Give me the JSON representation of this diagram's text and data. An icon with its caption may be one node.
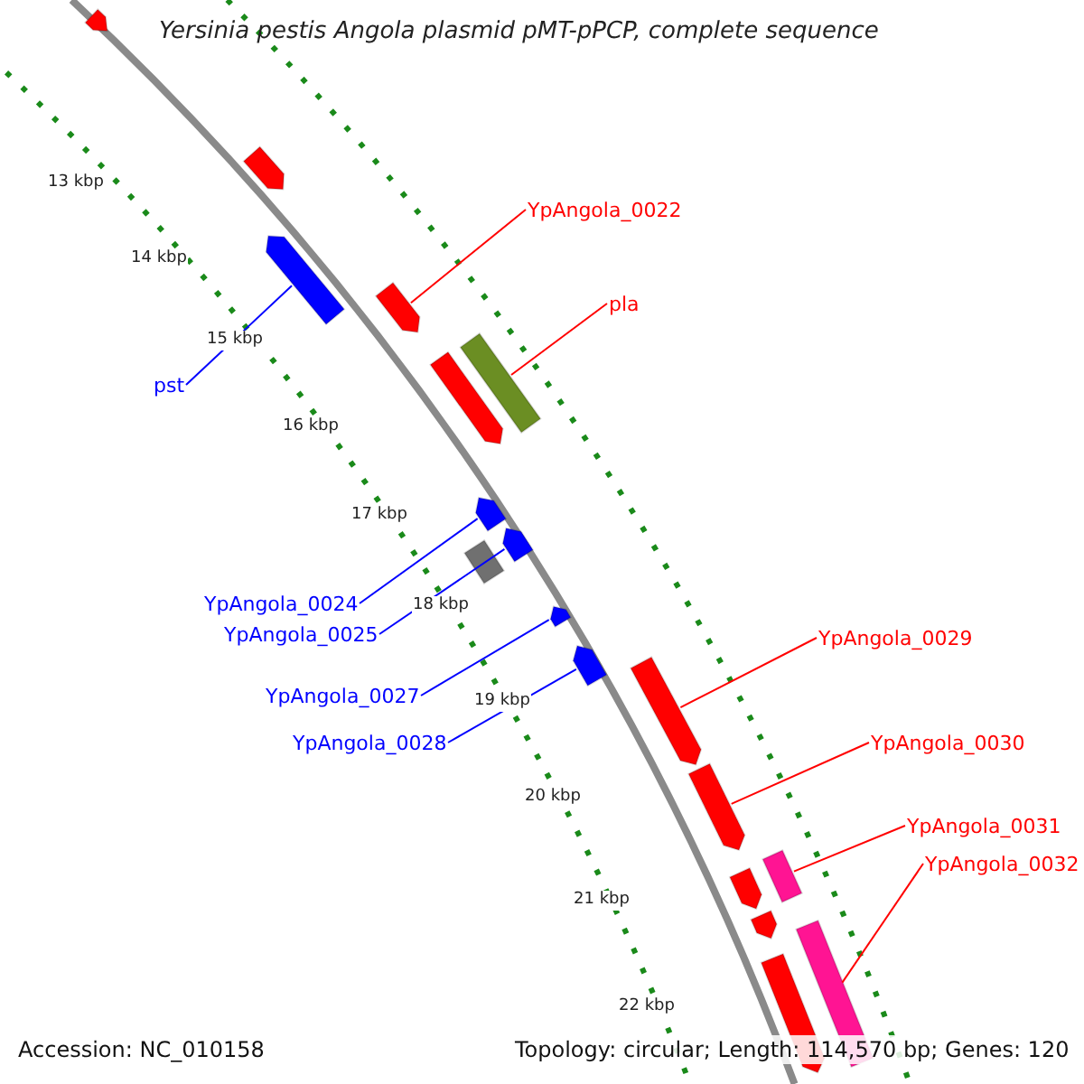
{
  "diagram": {
    "title": "Yersinia pestis Angola plasmid pMT-pPCP, complete sequence",
    "nodes": [
      {
        "text": [
          "YpAngola_0022"
        ]
      },
      {
        "text": [],
        "shape": "arrow"
      },
      {
        "text": [
          "pla"
        ]
      },
      {
        "text": [],
        "shape": "bar"
      },
      {
        "text": [
          "pst"
        ]
      },
      {
        "text": [],
        "shape": "arrow"
      },
      {
        "text": [
          "YpAngola_0024"
        ]
      },
      {
        "text": [],
        "shape": "arrow"
      },
      {
        "text": [
          "YpAngola_0025"
        ]
      },
      {
        "text": [],
        "shape": "arrow"
      },
      {
        "text": [
          "YpAngola_0027"
        ]
      },
      {
        "text": [],
        "shape": "arrow"
      },
      {
        "text": [
          "YpAngola_0028"
        ]
      },
      {
        "text": [],
        "shape": "arrow"
      },
      {
        "text": [
          "YpAngola_0029"
        ]
      },
      {
        "text": [],
        "shape": "arrow"
      },
      {
        "text": [
          "YpAngola_0030"
        ]
      },
      {
        "text": [],
        "shape": "arrow"
      },
      {
        "text": [
          "YpAngola_0031"
        ]
      },
      {
        "text": [],
        "shape": "bar"
      },
      {
        "text": [
          "YpAngola_0032"
        ]
      },
      {
        "text": [],
        "shape": "bar"
      }
    ],
    "edges": [
      {
        "from": 0,
        "to": 1,
        "arrow": "none"
      },
      {
        "from": 2,
        "to": 3,
        "arrow": "none"
      },
      {
        "from": 4,
        "to": 5,
        "arrow": "none",
        "color": "#0000ff"
      },
      {
        "from": 6,
        "to": 7,
        "arrow": "none",
        "color": "#0000ff"
      },
      {
        "from": 8,
        "to": 9,
        "arrow": "none",
        "color": "#0000ff"
      },
      {
        "from": 10,
        "to": 11,
        "arrow": "none",
        "color": "#0000ff"
      },
      {
        "from": 12,
        "to": 13,
        "arrow": "none",
        "color": "#0000ff"
      },
      {
        "from": 14,
        "to": 15,
        "arrow": "none"
      },
      {
        "from": 16,
        "to": 17,
        "arrow": "none"
      },
      {
        "from": 18,
        "to": 19,
        "arrow": "none"
      },
      {
        "from": 20,
        "to": 21,
        "arrow": "none"
      }
    ],
    "labels": [
      "13 kbp",
      "14 kbp",
      "15 kbp",
      "16 kbp",
      "17 kbp",
      "18 kbp",
      "19 kbp",
      "20 kbp",
      "21 kbp",
      "22 kbp",
      "Accession: NC_010158",
      "Topology: circular; Length: 114,570 bp; Genes: 120"
    ]
  }
}
